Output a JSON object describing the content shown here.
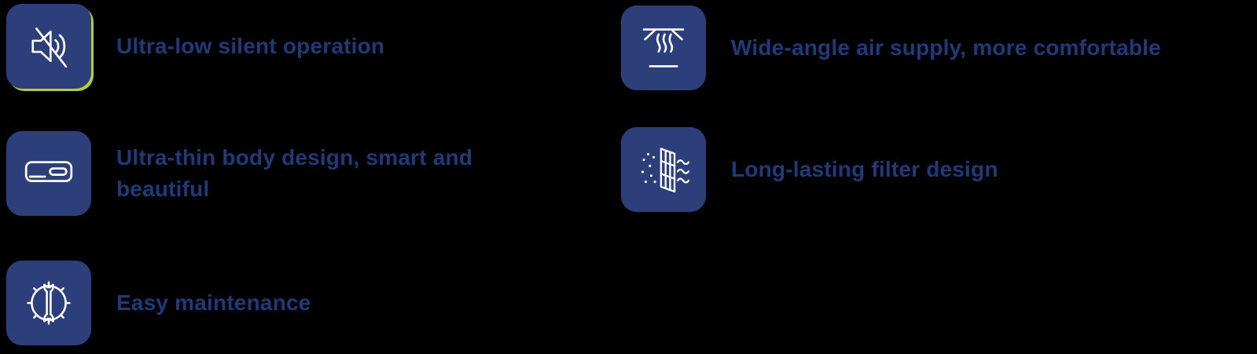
{
  "page": {
    "background": "#000000",
    "tile_color": "#2c3f7b",
    "text_color": "#203a78",
    "accent_edge_color": "#b8cc33"
  },
  "features": [
    {
      "icon": "muted-speaker-icon",
      "label": "Ultra-low silent operation"
    },
    {
      "icon": "wide-angle-airflow-icon",
      "label": "Wide-angle air supply, more comfortable"
    },
    {
      "icon": "ac-unit-icon",
      "label": "Ultra-thin body design, smart and beautiful"
    },
    {
      "icon": "filter-icon",
      "label": "Long-lasting filter design"
    },
    {
      "icon": "gear-wrench-icon",
      "label": "Easy maintenance"
    }
  ]
}
